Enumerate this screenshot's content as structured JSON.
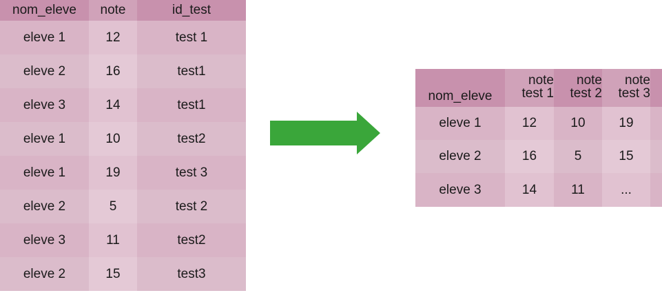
{
  "left_table": {
    "headers": [
      "nom_eleve",
      "note",
      "id_test"
    ],
    "rows": [
      [
        "eleve 1",
        "12",
        "test 1"
      ],
      [
        "eleve 2",
        "16",
        "test1"
      ],
      [
        "eleve 3",
        "14",
        "test1"
      ],
      [
        "eleve 1",
        "10",
        "test2"
      ],
      [
        "eleve 1",
        "19",
        "test 3"
      ],
      [
        "eleve 2",
        "5",
        "test 2"
      ],
      [
        "eleve 3",
        "11",
        "test2"
      ],
      [
        "eleve 2",
        "15",
        "test3"
      ]
    ]
  },
  "arrow": {
    "icon": "right-arrow-icon",
    "color": "#3aa63a"
  },
  "right_table": {
    "headers": [
      {
        "line1": "nom_eleve",
        "line2": ""
      },
      {
        "line1": "note",
        "line2": "test 1"
      },
      {
        "line1": "note",
        "line2": "test 2"
      },
      {
        "line1": "note",
        "line2": "test 3"
      },
      {
        "line1": "",
        "line2": ""
      }
    ],
    "rows": [
      [
        "eleve 1",
        "12",
        "10",
        "19",
        ""
      ],
      [
        "eleve 2",
        "16",
        "5",
        "15",
        ""
      ],
      [
        "eleve 3",
        "14",
        "11",
        "...",
        ""
      ]
    ]
  }
}
